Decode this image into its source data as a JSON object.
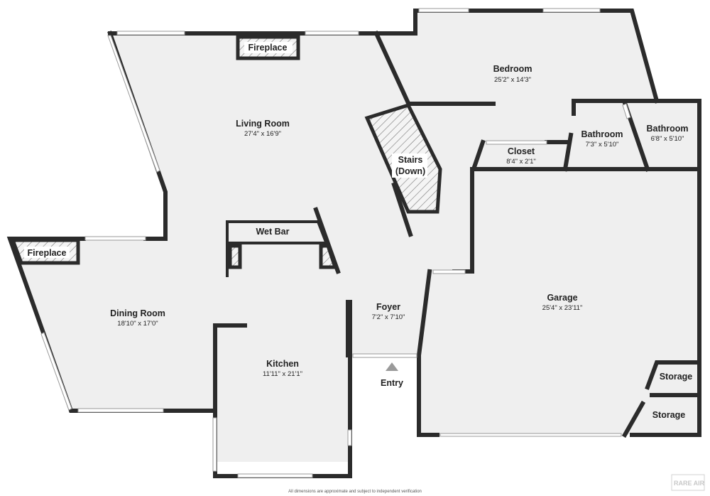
{
  "rooms": {
    "bedroom": {
      "name": "Bedroom",
      "dims": "25'2\" x 14'3\""
    },
    "living_room": {
      "name": "Living Room",
      "dims": "27'4\" x 16'9\""
    },
    "bathroom_1": {
      "name": "Bathroom",
      "dims": "7'3\" x 5'10\""
    },
    "bathroom_2": {
      "name": "Bathroom",
      "dims": "6'8\" x 5'10\""
    },
    "closet": {
      "name": "Closet",
      "dims": "8'4\" x 2'1\""
    },
    "garage": {
      "name": "Garage",
      "dims": "25'4\" x 23'11\""
    },
    "foyer": {
      "name": "Foyer",
      "dims": "7'2\" x 7'10\""
    },
    "dining_room": {
      "name": "Dining Room",
      "dims": "18'10\" x 17'0\""
    },
    "kitchen": {
      "name": "Kitchen",
      "dims": "11'11\" x 21'1\""
    }
  },
  "features": {
    "fireplace_living": "Fireplace",
    "fireplace_dining": "Fireplace",
    "stairs_line1": "Stairs",
    "stairs_line2": "(Down)",
    "wet_bar": "Wet Bar",
    "storage_1": "Storage",
    "storage_2": "Storage",
    "entry": "Entry"
  },
  "footer": {
    "disclaimer": "All dimensions are approximate and subject to independent verification",
    "logo": "RARE AIR"
  },
  "colors": {
    "wall": "#2b2b2b",
    "floor": "#efefef",
    "entry_arrow": "#9a9a9a"
  }
}
